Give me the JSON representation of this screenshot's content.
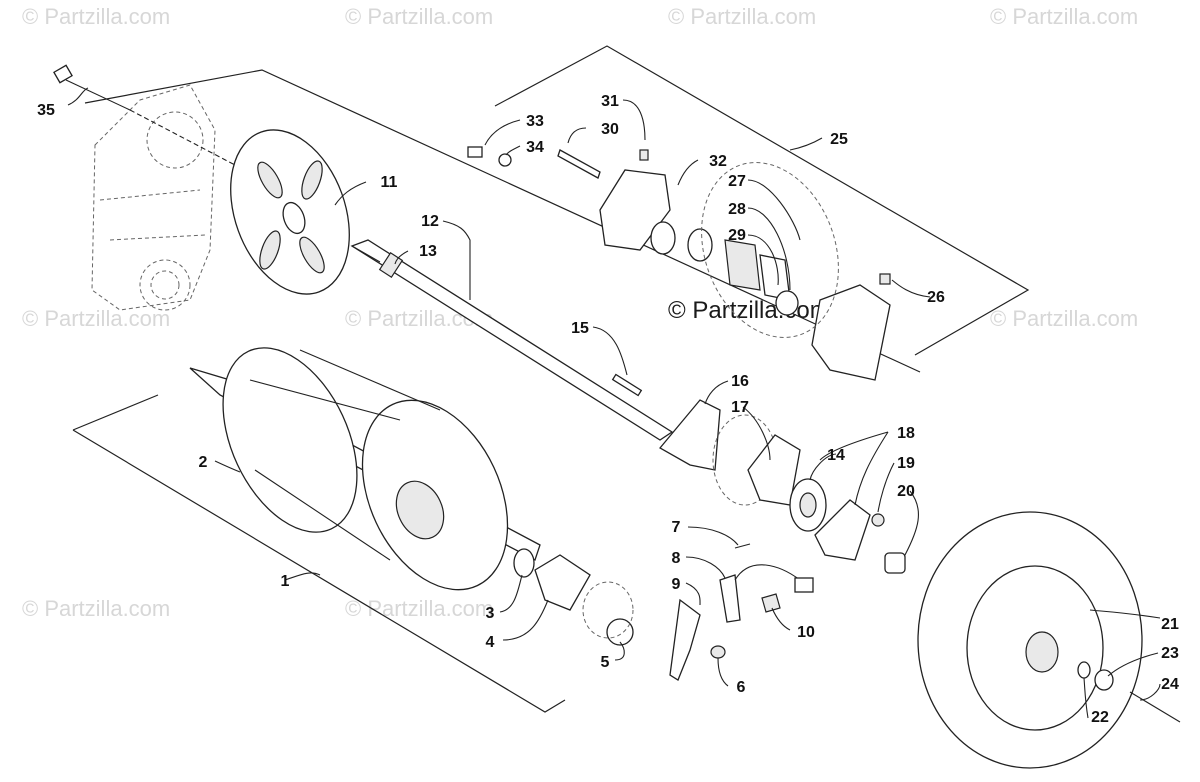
{
  "watermarks": {
    "text": "© Partzilla.com",
    "center_text": "© Partzilla.com"
  },
  "callouts": [
    "1",
    "2",
    "3",
    "4",
    "5",
    "6",
    "7",
    "8",
    "9",
    "10",
    "11",
    "12",
    "13",
    "14",
    "15",
    "16",
    "17",
    "18",
    "19",
    "20",
    "21",
    "22",
    "23",
    "24",
    "25",
    "26",
    "27",
    "28",
    "29",
    "30",
    "31",
    "32",
    "33",
    "34",
    "35"
  ],
  "colors": {
    "line": "#222222",
    "watermark": "#d7d7d7",
    "background": "#ffffff"
  }
}
